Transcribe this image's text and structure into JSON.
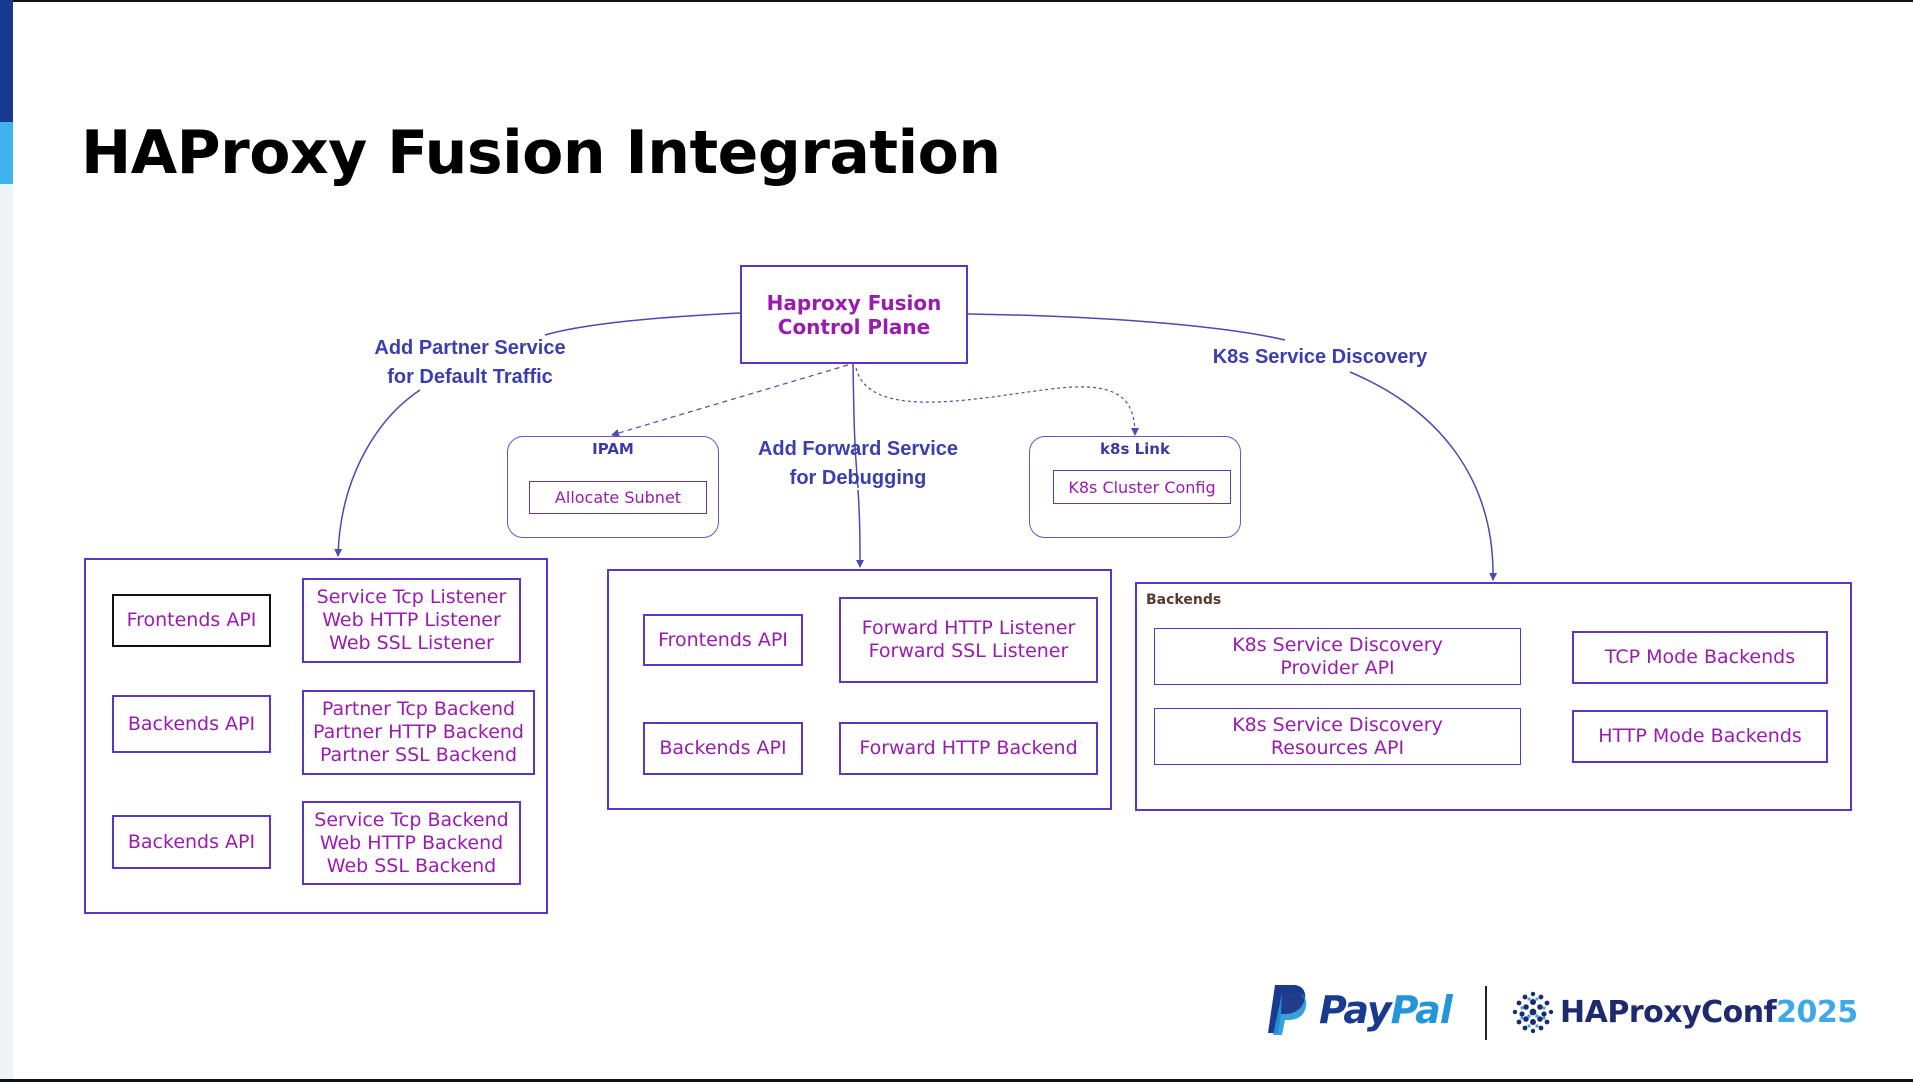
{
  "title": "HAProxy Fusion Integration",
  "control_plane": {
    "label": "Haproxy Fusion\nControl Plane"
  },
  "edge_labels": {
    "partner": "Add Partner Service\nfor Default Traffic",
    "forward": "Add Forward Service\nfor Debugging",
    "k8s": "K8s Service Discovery"
  },
  "ipam": {
    "title": "IPAM",
    "item": "Allocate Subnet"
  },
  "k8s_link": {
    "title": "k8s Link",
    "item": "K8s Cluster Config"
  },
  "partner_group": {
    "rows": [
      {
        "api": "Frontends API",
        "detail": "Service Tcp Listener\nWeb HTTP Listener\nWeb SSL Listener"
      },
      {
        "api": "Backends API",
        "detail": "Partner Tcp Backend\nPartner HTTP Backend\nPartner SSL Backend"
      },
      {
        "api": "Backends API",
        "detail": "Service Tcp Backend\nWeb HTTP Backend\nWeb SSL Backend"
      }
    ]
  },
  "forward_group": {
    "rows": [
      {
        "api": "Frontends API",
        "detail": "Forward HTTP Listener\nForward SSL Listener"
      },
      {
        "api": "Backends API",
        "detail": "Forward HTTP Backend"
      }
    ]
  },
  "k8s_group": {
    "title": "Backends",
    "items": [
      "K8s Service Discovery\nProvider API",
      "TCP Mode Backends",
      "K8s Service Discovery\nResources API",
      "HTTP Mode Backends"
    ]
  },
  "logos": {
    "paypal_pay": "Pay",
    "paypal_pal": "Pal",
    "haproxyconf": "HAProxyConf",
    "haproxyconf_year": "2025"
  },
  "colors": {
    "box_border": "#5a35c8",
    "box_text": "#9b1bb0",
    "edge_label": "#3b3fae",
    "sidebar_dark": "#173a8e",
    "sidebar_light": "#3fb4ec"
  }
}
